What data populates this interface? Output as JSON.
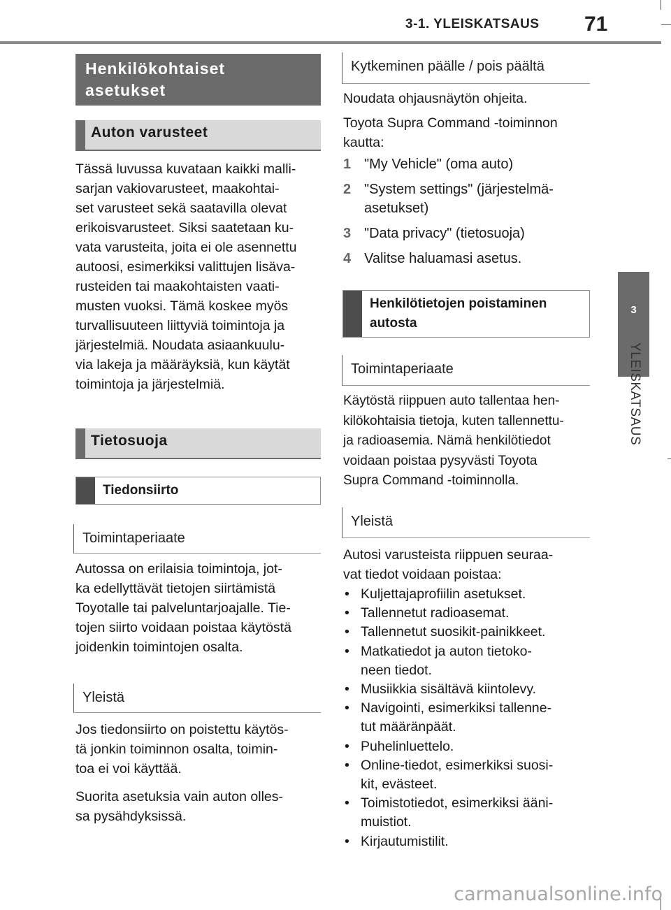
{
  "header": {
    "section": "3-1. YLEISKATSAUS",
    "page_number": "71"
  },
  "side_tab": {
    "chapter_number": "3",
    "chapter_label": "YLEISKATSAUS"
  },
  "left_column": {
    "main_heading": [
      "Henkilökohtaiset",
      "asetukset"
    ],
    "subheading_1": "Auton varusteet",
    "paragraph_1": [
      "Tässä luvussa kuvataan kaikki malli-",
      "sarjan vakiovarusteet, maakohtai-",
      "set varusteet sekä saatavilla olevat",
      "erikoisvarusteet. Siksi saatetaan ku-",
      "vata varusteita, joita ei ole asennettu",
      "autoosi, esimerkiksi valittujen lisäva-",
      "rusteiden tai maakohtaisten vaati-",
      "musten vuoksi. Tämä koskee myös",
      "turvallisuuteen liittyviä toimintoja ja",
      "järjestelmiä. Noudata asiaankuulu-",
      "via lakeja ja määräyksiä, kun käytät",
      "toimintoja ja järjestelmiä."
    ],
    "subheading_2": "Tietosuoja",
    "topic_1": "Tiedonsiirto",
    "label_1": "Toimintaperiaate",
    "paragraph_2": [
      "Autossa on erilaisia toimintoja, jot-",
      "ka edellyttävät tietojen siirtämistä",
      "Toyotalle tai palveluntarjoajalle. Tie-",
      "tojen siirto voidaan poistaa käytöstä",
      "joidenkin toimintojen osalta."
    ],
    "label_2": "Yleistä",
    "paragraph_3": [
      "Jos tiedonsiirto on poistettu käytös-",
      "tä jonkin toiminnon osalta, toimin-",
      "toa ei voi käyttää."
    ],
    "paragraph_4": [
      "Suorita asetuksia vain auton olles-",
      "sa pysähdyksissä."
    ]
  },
  "right_column": {
    "label_1": "Kytkeminen päälle / pois päältä",
    "paragraph_1": "Noudata ohjausnäytön ohjeita.",
    "paragraph_2": [
      "Toyota Supra Command -toiminnon",
      "kautta:"
    ],
    "steps": [
      {
        "num": "1",
        "lines": [
          "\"My Vehicle\" (oma auto)"
        ]
      },
      {
        "num": "2",
        "lines": [
          "\"System settings\" (järjestelmä-",
          "asetukset)"
        ]
      },
      {
        "num": "3",
        "lines": [
          "\"Data privacy\" (tietosuoja)"
        ]
      },
      {
        "num": "4",
        "lines": [
          "Valitse haluamasi asetus."
        ]
      }
    ],
    "topic_1": [
      "Henkilötietojen poistaminen",
      "autosta"
    ],
    "label_2": "Toimintaperiaate",
    "paragraph_3": [
      "Käytöstä riippuen auto tallentaa hen-",
      "kilökohtaisia tietoja, kuten tallennettu-",
      "ja radioasemia. Nämä henkilötiedot",
      "voidaan poistaa pysyvästi Toyota",
      "Supra Command -toiminnolla."
    ],
    "label_3": "Yleistä",
    "paragraph_4": [
      "Autosi varusteista riippuen seuraa-",
      "vat tiedot voidaan poistaa:"
    ],
    "bullets": [
      [
        "Kuljettajaprofiilin asetukset."
      ],
      [
        "Tallennetut radioasemat."
      ],
      [
        "Tallennetut suosikit-painikkeet."
      ],
      [
        "Matkatiedot ja auton tietoko-",
        "neen tiedot."
      ],
      [
        "Musiikkia sisältävä kiintolevy."
      ],
      [
        "Navigointi, esimerkiksi tallenne-",
        "tut määränpäät."
      ],
      [
        "Puhelinluettelo."
      ],
      [
        "Online-tiedot, esimerkiksi suosi-",
        "kit, evästeet."
      ],
      [
        "Toimistotiedot, esimerkiksi ääni-",
        "muistiot."
      ],
      [
        "Kirjautumistilit."
      ]
    ]
  },
  "watermark": "carmanualsonline.info"
}
